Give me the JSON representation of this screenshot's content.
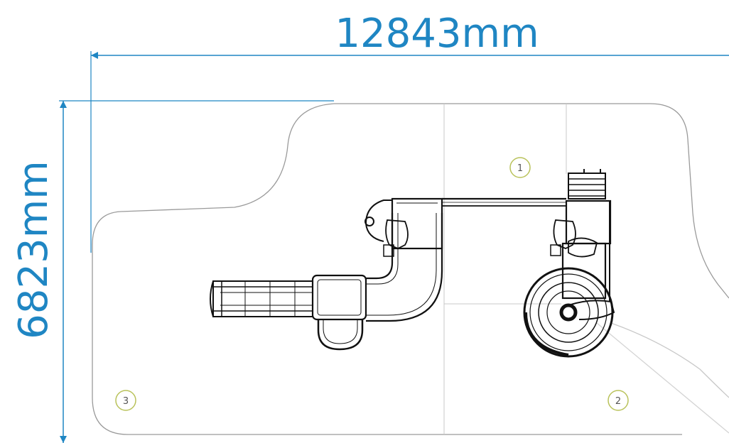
{
  "dimensions": {
    "width_label": "12843mm",
    "height_label": "6823mm"
  },
  "zones": [
    "1",
    "2",
    "3"
  ],
  "colors": {
    "dimension": "#1f86c3",
    "zone_circle": "#b9c25a",
    "outline": "#9a9a9a",
    "equipment": "#111111"
  }
}
